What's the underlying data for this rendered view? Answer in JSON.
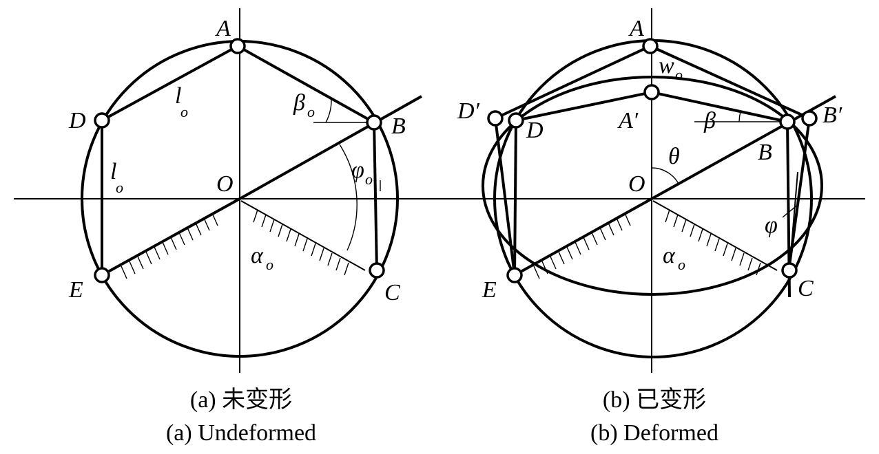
{
  "panel_a": {
    "points": {
      "A": "A",
      "B": "B",
      "C": "C",
      "D": "D",
      "E": "E",
      "O": "O"
    },
    "symbols": {
      "l": "l",
      "l_sub": "o",
      "beta": "β",
      "beta_sub": "o",
      "phi": "φ",
      "phi_sub": "o",
      "alpha": "α",
      "alpha_sub": "o"
    },
    "caption_cn": "(a) 未变形",
    "caption_en": "(a) Undeformed"
  },
  "panel_b": {
    "points": {
      "A": "A",
      "A_prime": "A′",
      "B": "B",
      "B_prime": "B′",
      "C": "C",
      "D": "D",
      "D_prime": "D′",
      "E": "E",
      "O": "O"
    },
    "symbols": {
      "w": "w",
      "w_sub": "o",
      "beta": "β",
      "theta": "θ",
      "phi": "φ",
      "alpha": "α",
      "alpha_sub": "o"
    },
    "caption_cn": "(b) 已变形",
    "caption_en": "(b) Deformed"
  }
}
